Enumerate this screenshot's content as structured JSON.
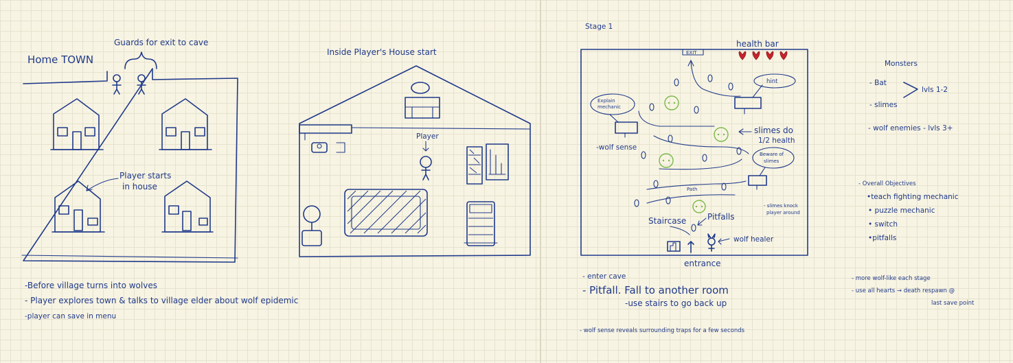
{
  "left": {
    "title": "Home TOWN",
    "guards_label": "Guards for exit to cave",
    "player_starts_label_1": "Player starts",
    "player_starts_label_2": "in house",
    "notes": [
      "-Before village turns into wolves",
      "- Player explores town & talks to village elder about wolf epidemic",
      "-player can save in menu"
    ]
  },
  "house": {
    "title": "Inside Player's House start",
    "player_label": "Player"
  },
  "stage": {
    "title": "Stage 1",
    "health_label": "health bar",
    "hearts": 4,
    "exit_label": "EXIT",
    "hint_label": "hint",
    "explain_label_1": "Explain",
    "explain_label_2": "mechanic",
    "wolf_sense_label": "-wolf sense",
    "slimes_label_1": "slimes do",
    "slimes_label_2": "1/2 health",
    "beware_label_1": "Beware of",
    "beware_label_2": "slimes",
    "path_label": "Path",
    "knock_label_1": "- slimes knock",
    "knock_label_2": "player around",
    "staircase_label": "Staircase",
    "pitfalls_label": "Pitfalls",
    "healer_label": "wolf healer",
    "entrance_label": "entrance",
    "notes": [
      "- enter cave",
      "- Pitfall. Fall to another room",
      "-use stairs to go back up",
      "- wolf sense reveals surrounding traps for a few seconds"
    ]
  },
  "monsters": {
    "title": "Monsters",
    "bat": "- Bat",
    "slimes": "- slimes",
    "lvls_a": "lvls 1-2",
    "wolf": "- wolf enemies - lvls 3+"
  },
  "objectives": {
    "title": "- Overall Objectives",
    "items": [
      "•teach fighting mechanic",
      "• puzzle mechanic",
      "• switch",
      "•pitfalls"
    ]
  },
  "more_notes": [
    "- more wolf-like each stage",
    "- use all hearts → death respawn @",
    "last save point"
  ],
  "colors": {
    "ink": "#1f3a8a",
    "slime": "#7ab84a",
    "heart": "#c8232c",
    "paper": "#f8f4e3"
  }
}
